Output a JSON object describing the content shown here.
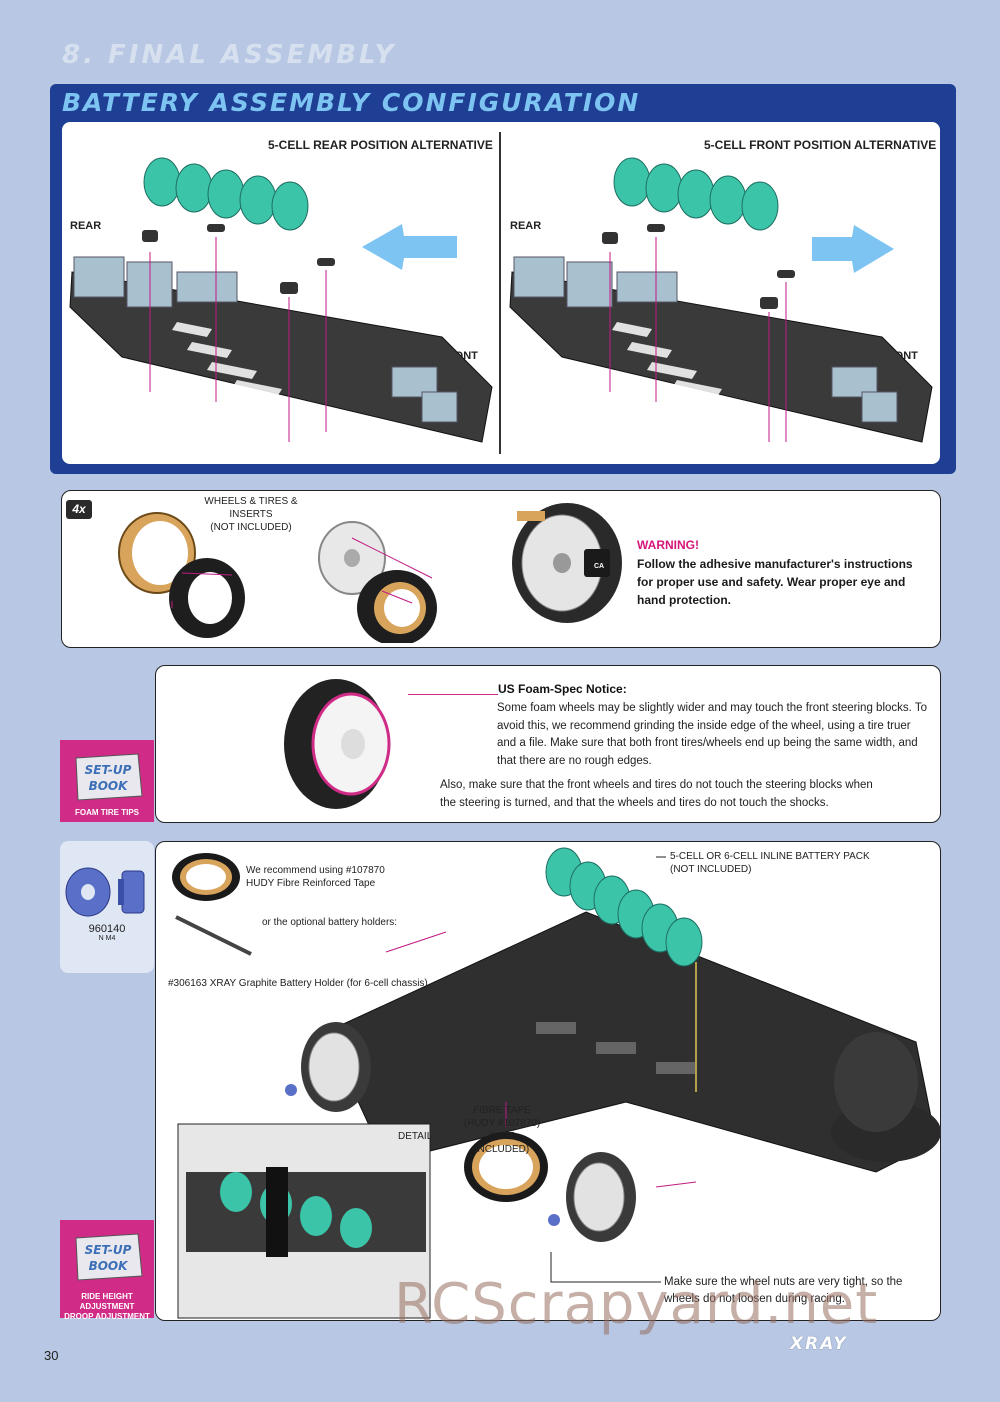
{
  "page": {
    "section_heading": "8. FINAL ASSEMBLY",
    "page_number": "30",
    "logo": "XRAY",
    "watermark": "RCScrapyard.net"
  },
  "battery_config": {
    "title": "BATTERY ASSEMBLY CONFIGURATION",
    "left": {
      "label": "5-CELL REAR POSITION ALTERNATIVE",
      "rear_label": "REAR",
      "front_label": "FRONT"
    },
    "right": {
      "label": "5-CELL FRONT POSITION ALTERNATIVE",
      "rear_label": "REAR",
      "front_label": "FRONT"
    }
  },
  "wheels_panel": {
    "quantity_badge": "4x",
    "wheels_label_line1": "WHEELS & TIRES & INSERTS",
    "wheels_label_line2": "(NOT INCLUDED)",
    "ca_icon_label": "CA",
    "warning_title": "WARNING!",
    "warning_text": "Follow the adhesive manufacturer's instructions for proper use and safety. Wear proper eye and hand protection."
  },
  "foam_panel": {
    "notice_title": "US Foam-Spec Notice:",
    "notice_paragraph1": "Some foam wheels may be slightly wider and may touch the front steering blocks. To avoid this, we recommend grinding the inside edge of the wheel, using a tire truer and a file.  Make sure that both front tires/wheels end up being the same width, and that there are no rough edges.",
    "notice_paragraph2": "Also, make sure that the front wheels and tires do not touch the steering blocks when the steering is turned, and that the wheels and tires do not touch the shocks.",
    "setup_book_label": "SET-UP BOOK",
    "setup_caption": "FOAM TIRE TIPS"
  },
  "nut_part": {
    "part_number": "960140",
    "part_name": "N M4"
  },
  "assembly_panel": {
    "tape_recommend_line1": "We recommend using #107870",
    "tape_recommend_line2": "HUDY Fibre Reinforced Tape",
    "holder_option": "or the optional battery holders:",
    "holder_name": "#306163 XRAY Graphite Battery Holder (for 6-cell chassis)",
    "battery_pack_line1": "5-CELL OR 6-CELL INLINE BATTERY PACK",
    "battery_pack_line2": "(NOT INCLUDED)",
    "fibre_tape_line1": "FIBRE TAPE",
    "fibre_tape_line2": "(HUDY #107870)",
    "fibre_tape_line3": "(NOT INCLUDED)",
    "detail_label": "DETAIL",
    "wheel_nut_note_line1": "Make sure the wheel nuts are very tight, so the",
    "wheel_nut_note_line2": "wheels do not loosen during racing.",
    "setup_book_label": "SET-UP BOOK",
    "setup_caption_line1": "RIDE HEIGHT ADJUSTMENT",
    "setup_caption_line2": "DROOP ADJUSTMENT"
  },
  "colors": {
    "page_background": "#b7c7e4",
    "panel_blue": "#1e3f93",
    "title_cyan": "#7ec4f2",
    "warning_magenta": "#d6157a",
    "setup_pink": "#d02c87",
    "battery_teal": "#3cc4a8"
  }
}
